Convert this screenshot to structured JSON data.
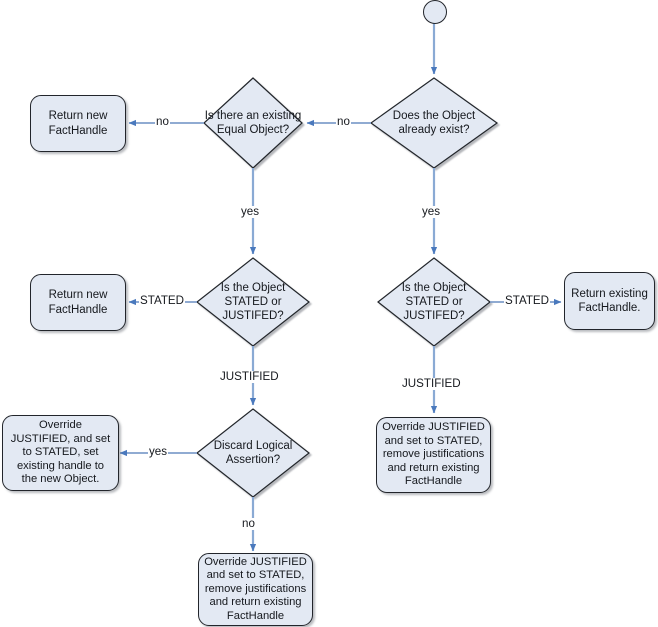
{
  "diagram": {
    "title": "Drools insert/assert FactHandle decision flowchart",
    "colors": {
      "node_fill": "#e3e9f3",
      "node_stroke": "#22252b",
      "edge_stroke": "#6b8fc4",
      "text": "#15181d",
      "background": "#ffffff"
    },
    "start": {
      "name": "start-node",
      "label": ""
    },
    "nodes": [
      {
        "id": "does-object-exist",
        "type": "decision",
        "text": "Does the Object already exist?"
      },
      {
        "id": "existing-equal-object",
        "type": "decision",
        "text": "Is there an existing Equal Object?"
      },
      {
        "id": "return-new-facthandle-top",
        "type": "process",
        "text": "Return new FactHandle"
      },
      {
        "id": "stated-or-justified-left",
        "type": "decision",
        "text": "Is the Object STATED or JUSTIFED?"
      },
      {
        "id": "stated-or-justified-right",
        "type": "decision",
        "text": "Is the Object STATED or JUSTIFED?"
      },
      {
        "id": "return-new-facthandle-mid",
        "type": "process",
        "text": "Return new FactHandle"
      },
      {
        "id": "return-existing-facthandle",
        "type": "process",
        "text": "Return existing FactHandle."
      },
      {
        "id": "discard-logical-assertion",
        "type": "decision",
        "text": "Discard Logical Assertion?"
      },
      {
        "id": "override-set-existing-handle",
        "type": "process",
        "text": "Override JUSTIFIED, and set to STATED, set existing handle to the new Object."
      },
      {
        "id": "override-remove-justifications-right",
        "type": "process",
        "text": "Override JUSTIFIED and set to STATED, remove justifications and return existing FactHandle"
      },
      {
        "id": "override-remove-justifications-bottom",
        "type": "process",
        "text": "Override JUSTIFIED and set to STATED, remove justifications and return existing FactHandle"
      }
    ],
    "edge_labels": {
      "exist_no": "no",
      "exist_yes": "yes",
      "equal_no": "no",
      "equal_yes": "yes",
      "left_stated": "STATED",
      "left_justified": "JUSTIFIED",
      "right_stated": "STATED",
      "right_justified": "JUSTIFIED",
      "discard_yes": "yes",
      "discard_no": "no"
    }
  }
}
